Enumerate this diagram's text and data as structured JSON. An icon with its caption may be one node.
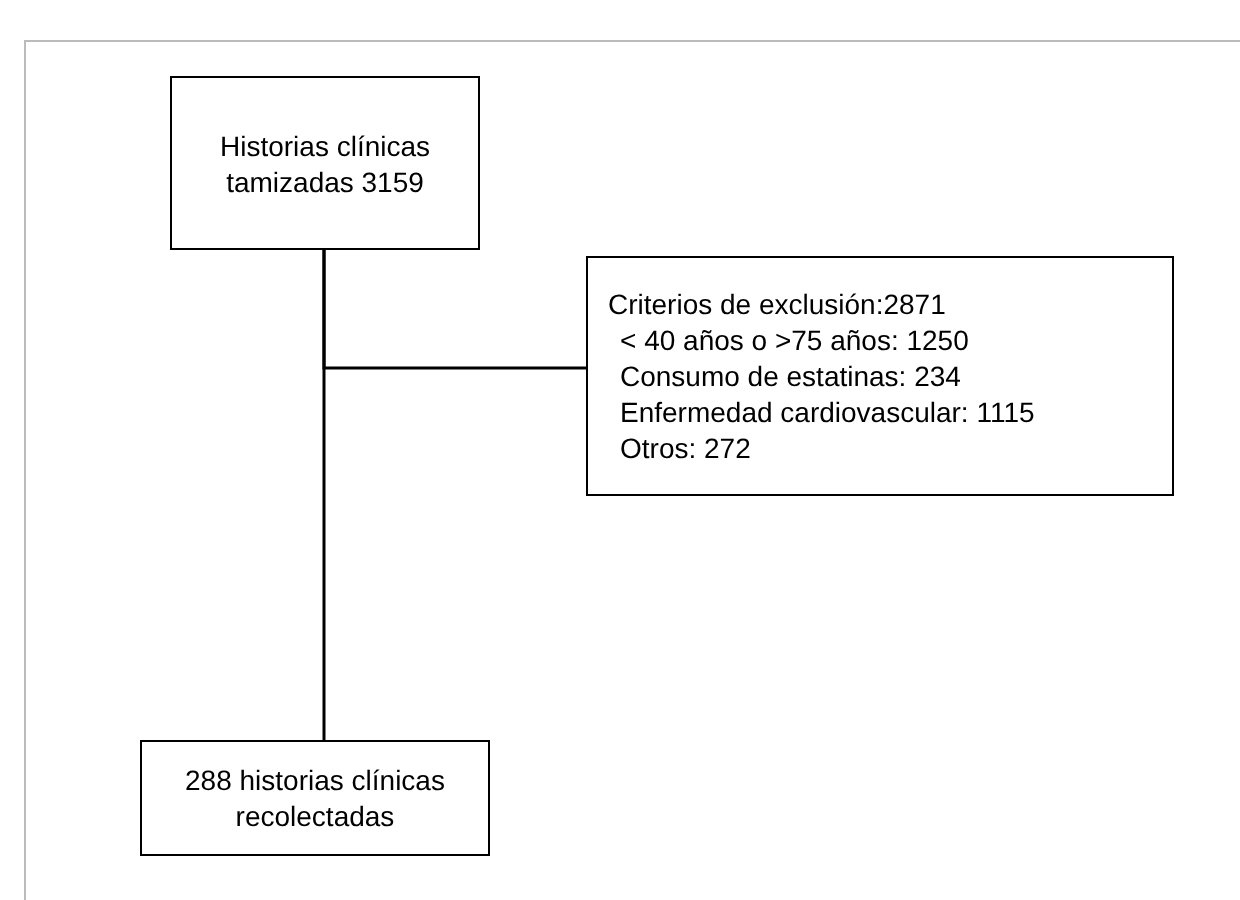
{
  "diagram": {
    "nodes": [
      {
        "text": [
          "Historias clínicas tamizadas 3159"
        ]
      },
      {
        "text": [
          "Criterios de exclusión:2871",
          "< 40 años o >75 años: 1250",
          "Consumo de estatinas: 234",
          "Enfermedad cardiovascular: 1115",
          "Otros: 272"
        ]
      },
      {
        "text": [
          "288 historias clínicas recolectadas"
        ]
      }
    ],
    "edges": [
      {
        "from": 0,
        "to": 2,
        "arrow": "none"
      },
      {
        "from": 0,
        "to": 1,
        "arrow": "none"
      }
    ]
  }
}
